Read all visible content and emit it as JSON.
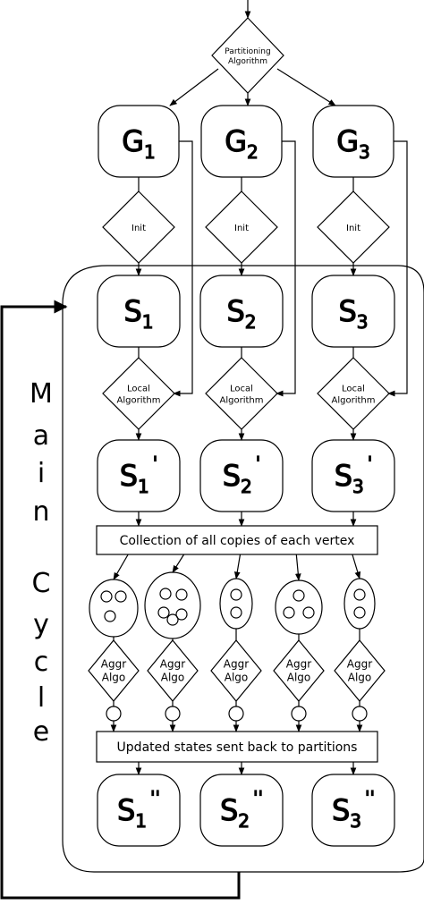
{
  "partition_label": [
    "Partitioning",
    "Algorithm"
  ],
  "graphs": [
    {
      "main": "G",
      "sub": "1"
    },
    {
      "main": "G",
      "sub": "2"
    },
    {
      "main": "G",
      "sub": "3"
    }
  ],
  "init_label": "Init",
  "states": [
    {
      "main": "S",
      "sub": "1"
    },
    {
      "main": "S",
      "sub": "2"
    },
    {
      "main": "S",
      "sub": "3"
    }
  ],
  "local_label": [
    "Local",
    "Algorithm"
  ],
  "states_prime": [
    {
      "main": "S",
      "sub": "1",
      "sup": "'"
    },
    {
      "main": "S",
      "sub": "2",
      "sup": "'"
    },
    {
      "main": "S",
      "sub": "3",
      "sup": "'"
    }
  ],
  "collection_label": "Collection of all copies of each vertex",
  "aggr_label": [
    "Aggr",
    "Algo"
  ],
  "updated_label": "Updated states sent back to partitions",
  "states_double": [
    {
      "main": "S",
      "sub": "1",
      "sup": "''"
    },
    {
      "main": "S",
      "sub": "2",
      "sup": "''"
    },
    {
      "main": "S",
      "sub": "3",
      "sup": "''"
    }
  ],
  "main_cycle_letters": [
    "M",
    "a",
    "i",
    "n",
    "C",
    "y",
    "c",
    "l",
    "e"
  ]
}
